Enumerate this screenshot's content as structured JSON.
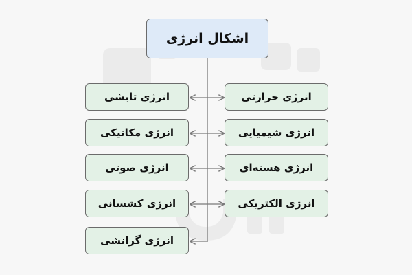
{
  "diagram": {
    "root": {
      "label": "اشکال انرژی"
    },
    "left_column": [
      {
        "label": "انرژی تابشی"
      },
      {
        "label": "انرژی مکانیکی"
      },
      {
        "label": "انرژی صوتی"
      },
      {
        "label": "انرژی کشسانی"
      },
      {
        "label": "انرژی گرانشی"
      }
    ],
    "right_column": [
      {
        "label": "انرژی حرارتی"
      },
      {
        "label": "انرژی شیمیایی"
      },
      {
        "label": "انرژی هسته‌ای"
      },
      {
        "label": "انرژی الکتریکی"
      }
    ]
  },
  "colors": {
    "background": "#f7f7f7",
    "root_fill": "#deeaf8",
    "leaf_fill": "#e3f1e6",
    "border": "#6b6b6b",
    "connector": "#7a7a7a",
    "watermark": "#ebebeb"
  }
}
